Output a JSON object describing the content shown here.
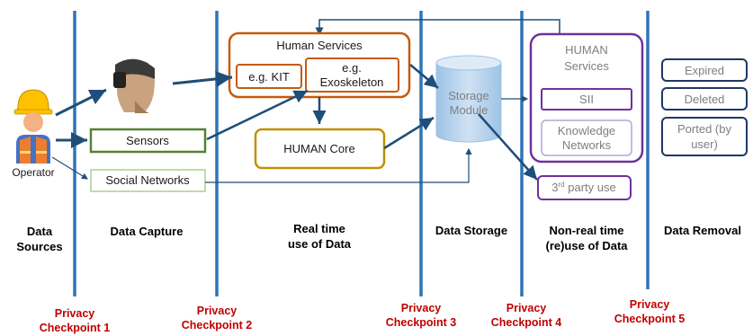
{
  "boxes": {
    "human_services": "Human Services",
    "kit": "e.g. KIT",
    "exo_line1": "e.g.",
    "exo_line2": "Exoskeleton",
    "human_core": "HUMAN Core",
    "sensors": "Sensors",
    "social_networks": "Social Networks",
    "storage_line1": "Storage",
    "storage_line2": "Module",
    "hs2_line1": "HUMAN",
    "hs2_line2": "Services",
    "sii": "SII",
    "kn_line1": "Knowledge",
    "kn_line2": "Networks",
    "third_party_pre": "3",
    "third_party_sup": "rd",
    "third_party_post": " party use",
    "expired": "Expired",
    "deleted": "Deleted",
    "ported_line1": "Ported (by",
    "ported_line2": "user)"
  },
  "operator_label": "Operator",
  "stages": [
    {
      "line1": "Data",
      "line2": "Sources"
    },
    {
      "line1": "Data Capture",
      "line2": ""
    },
    {
      "line1": "Real time",
      "line2": "use of Data"
    },
    {
      "line1": "Data Storage",
      "line2": ""
    },
    {
      "line1": "Non-real time",
      "line2": "(re)use of Data"
    },
    {
      "line1": "Data Removal",
      "line2": ""
    }
  ],
  "checkpoints": [
    {
      "line1": "Privacy",
      "line2": "Checkpoint 1"
    },
    {
      "line1": "Privacy",
      "line2": "Checkpoint 2"
    },
    {
      "line1": "Privacy",
      "line2": "Checkpoint 3"
    },
    {
      "line1": "Privacy",
      "line2": "Checkpoint 4"
    },
    {
      "line1": "Privacy",
      "line2": "Checkpoint 5"
    }
  ],
  "colors": {
    "divider": "#2e75b6",
    "arrow": "#1f4e79",
    "orange": "#c55a11",
    "green": "#548235",
    "gold": "#bf9000",
    "purple": "#7030a0",
    "navy": "#1f3864",
    "checkpoint_text": "#c00000"
  }
}
